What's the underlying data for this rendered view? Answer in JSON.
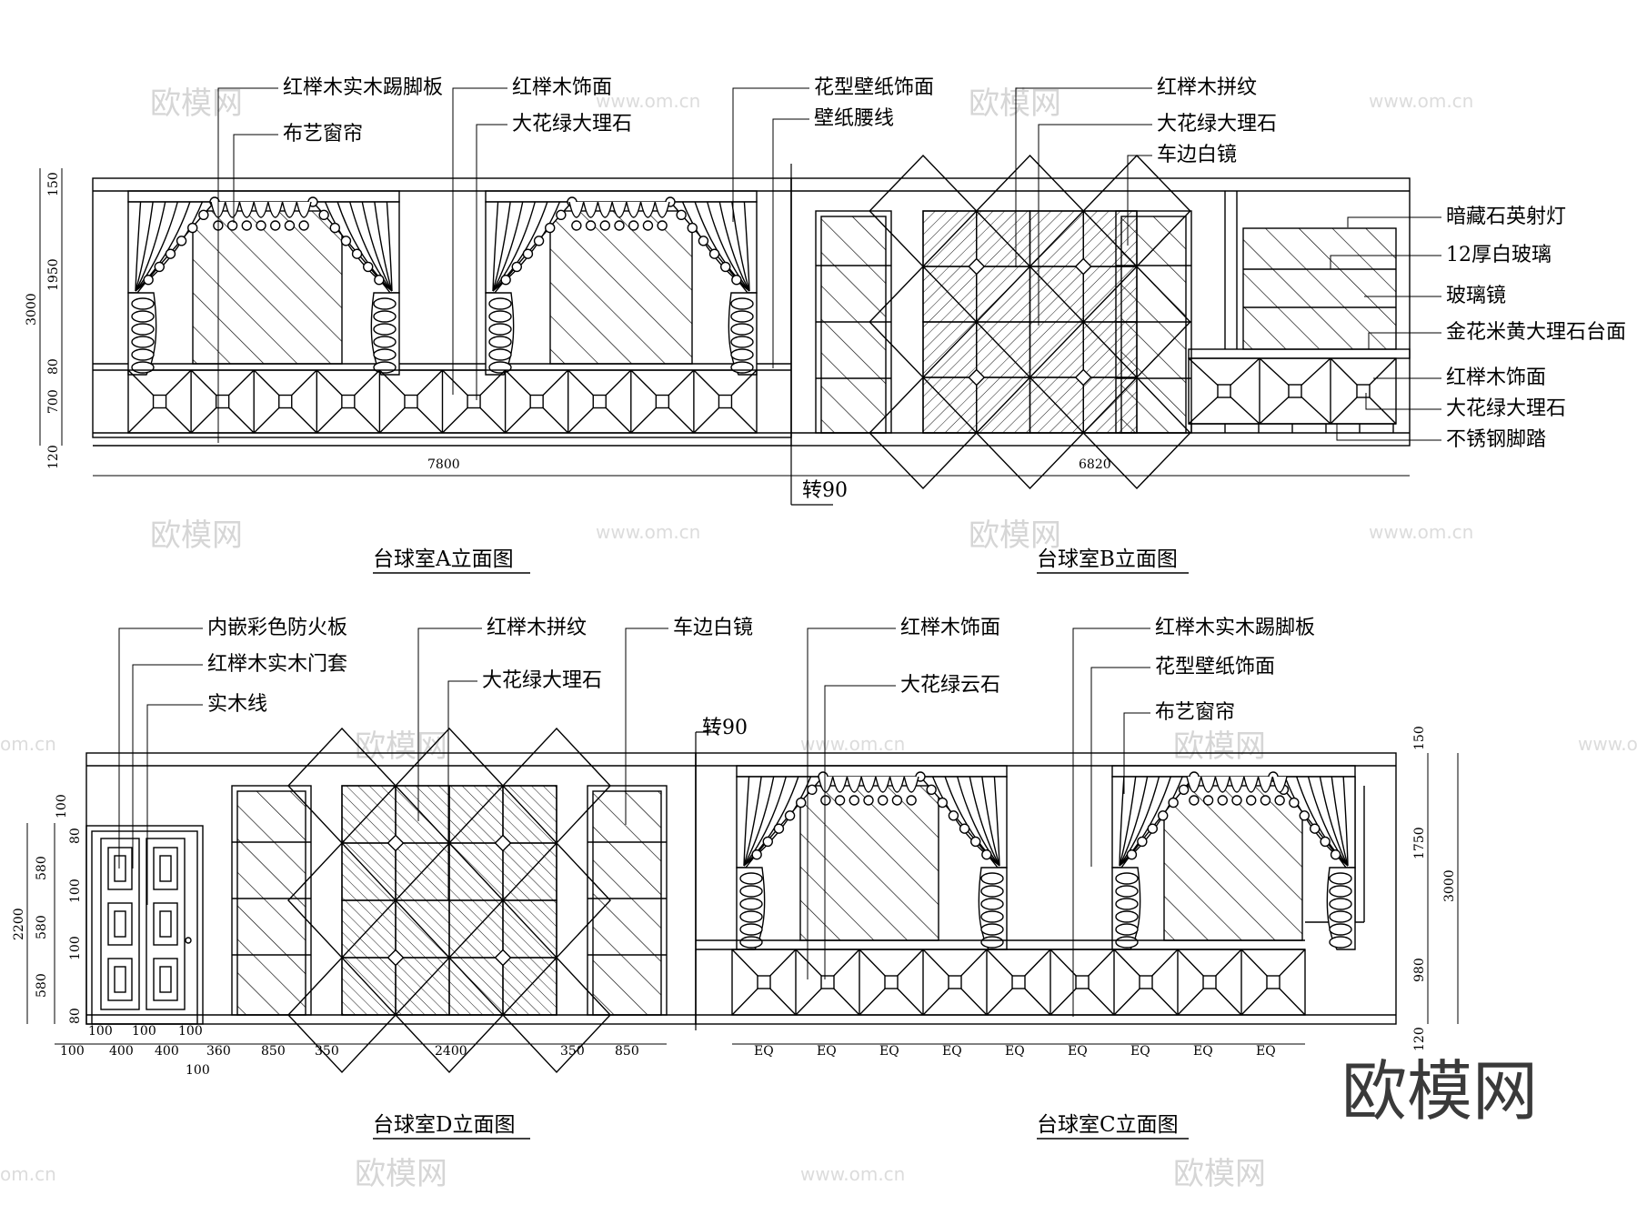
{
  "watermark": {
    "brand": "欧模网",
    "url": "www.om.cn",
    "url_short": "om.cn"
  },
  "logo": "欧模网",
  "elevations": {
    "a": {
      "title": "台球室A立面图",
      "dims_left": [
        "150",
        "1950",
        "80",
        "700",
        "120"
      ],
      "dim_total": "3000",
      "dim_width": "7800",
      "labels": [
        "红榉木实木踢脚板",
        "布艺窗帘",
        "红榉木饰面",
        "大花绿大理石",
        "花型壁纸饰面",
        "壁纸腰线"
      ]
    },
    "b": {
      "title": "台球室B立面图",
      "dim_width": "6820",
      "turn": "转90",
      "labels_top": [
        "红榉木拼纹",
        "大花绿大理石",
        "车边白镜"
      ],
      "labels_right": [
        "暗藏石英射灯",
        "12厚白玻璃",
        "玻璃镜",
        "金花米黄大理石台面",
        "红榉木饰面",
        "大花绿大理石",
        "不锈钢脚踏"
      ]
    },
    "d": {
      "title": "台球室D立面图",
      "turn": "转90",
      "labels": [
        "内嵌彩色防火板",
        "红榉木实木门套",
        "实木线",
        "红榉木拼纹",
        "大花绿大理石",
        "车边白镜"
      ],
      "dims_door_left": [
        "100",
        "80",
        "580",
        "100",
        "580",
        "100",
        "580",
        "80"
      ],
      "dim_door_height": "2200",
      "dims_bottom": [
        "100",
        "100",
        "400",
        "100",
        "400",
        "100",
        "360",
        "850",
        "350",
        "2400",
        "350",
        "850"
      ],
      "dim_bottom_extra": "100"
    },
    "c": {
      "title": "台球室C立面图",
      "labels": [
        "红榉木饰面",
        "大花绿云石",
        "红榉木实木踢脚板",
        "花型壁纸饰面",
        "布艺窗帘"
      ],
      "dims_right": [
        "150",
        "1750",
        "980",
        "120"
      ],
      "dim_total": "3000",
      "dims_bottom": [
        "EQ",
        "EQ",
        "EQ",
        "EQ",
        "EQ",
        "EQ",
        "EQ",
        "EQ",
        "EQ"
      ]
    }
  }
}
